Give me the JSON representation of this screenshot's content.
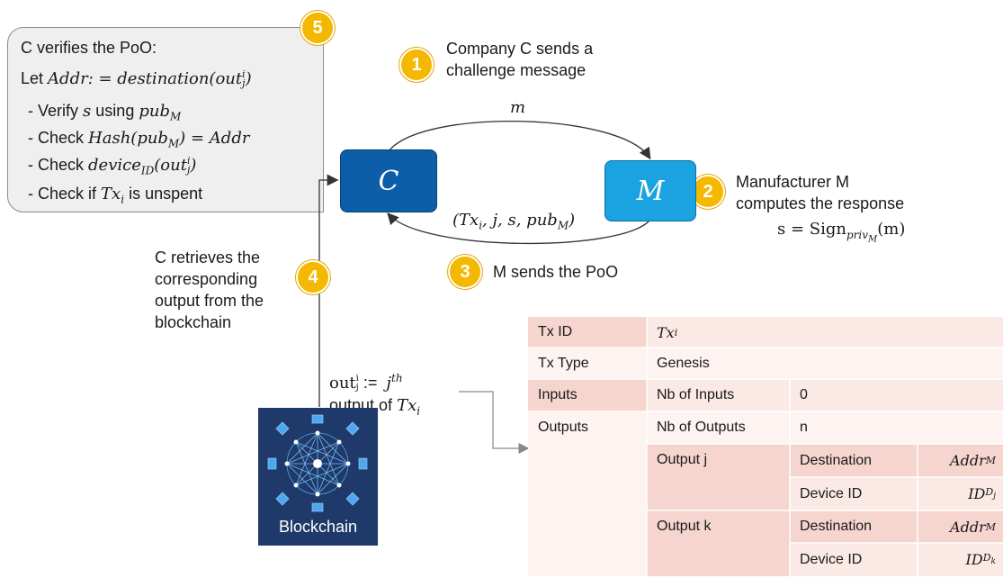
{
  "steps": {
    "badge1": "1",
    "badge2": "2",
    "badge3": "3",
    "badge4": "4",
    "badge5": "5",
    "step1_line1": "Company C sends a",
    "step1_line2": "challenge message",
    "step2_line1": "Manufacturer M",
    "step2_line2": "computes the response",
    "step3": "M sends the PoO",
    "step4_lines": [
      "C retrieves the",
      "corresponding",
      "output from the",
      "blockchain"
    ]
  },
  "verify": {
    "title": "C verifies the PoO:",
    "line_let": "Let",
    "line_let_math": "Addr: = destination(out",
    "item1_text": "- Verify",
    "item1_s": "s",
    "item1_using": "using",
    "item1_pub": "pub",
    "item2_text": "- Check",
    "item2_math": "Hash(pub",
    "item2_eq": ") = Addr",
    "item3_text": "- Check",
    "item3_math": "device",
    "item4_text": "- Check if",
    "item4_tx": "Tx",
    "item4_rest": "is unspent"
  },
  "nodes": {
    "company": "C",
    "manufacturer": "M"
  },
  "messages": {
    "challenge": "m",
    "response": "(Tx",
    "response_rest": ", j, s, pub",
    "signature_prefix": "s = Sign",
    "signature_suffix": "(m)"
  },
  "output_def": {
    "prefix": "out",
    "assign": ":=",
    "jth": "j",
    "th": "th",
    "line2": "output of"
  },
  "blockchain": {
    "label": "Blockchain",
    "icon": "blockchain-network-icon"
  },
  "table": {
    "tx_id_label": "Tx ID",
    "tx_id_value": "Tx",
    "tx_type_label": "Tx Type",
    "tx_type_value": "Genesis",
    "inputs_label": "Inputs",
    "nb_inputs_label": "Nb of Inputs",
    "nb_inputs_value": "0",
    "outputs_label": "Outputs",
    "nb_outputs_label": "Nb of Outputs",
    "nb_outputs_value": "n",
    "output_j": "Output j",
    "output_k": "Output k",
    "destination": "Destination",
    "device_id": "Device ID",
    "addr": "Addr",
    "id": "ID"
  },
  "colors": {
    "badge": "#f5b800",
    "node_c": "#0d5ea8",
    "node_m": "#1aa3e0",
    "table_dark": "#f5d5cd",
    "table_light": "#fbe9e5",
    "blockchain_bg": "#1f3a6a"
  }
}
